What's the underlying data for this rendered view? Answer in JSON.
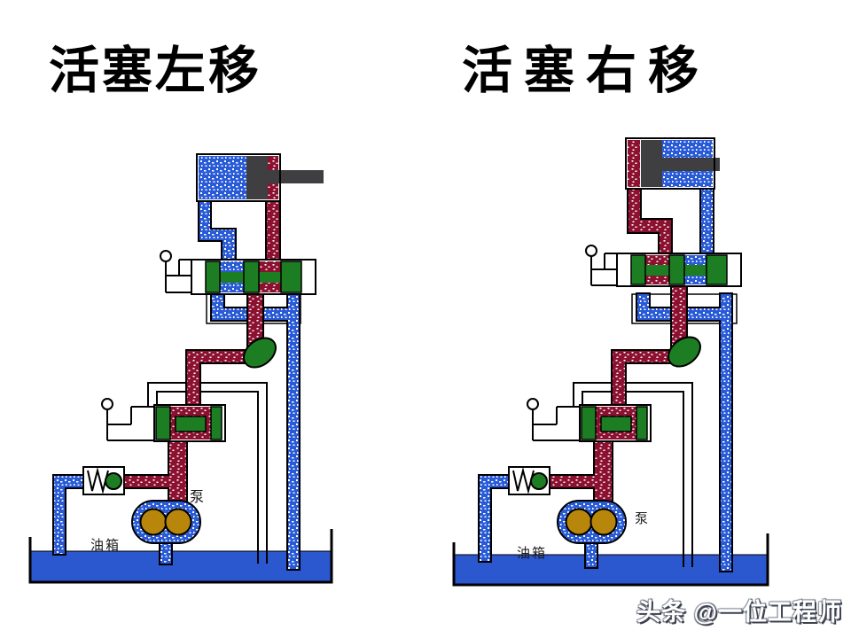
{
  "panels": {
    "left": {
      "title": "活塞左移"
    },
    "right": {
      "title": "活塞右移"
    }
  },
  "diagram_labels": {
    "pump": "泵",
    "tank": "油箱"
  },
  "watermark": {
    "text": "头条 @一位工程师"
  },
  "colors": {
    "pressure_red": "#8c1130",
    "return_blue": "#2a5bd7",
    "valve_green": "#1d7d22",
    "tank_blue": "#2b57cf",
    "gear_tan": "#b8860b",
    "piston_gray": "#3f3f41"
  }
}
